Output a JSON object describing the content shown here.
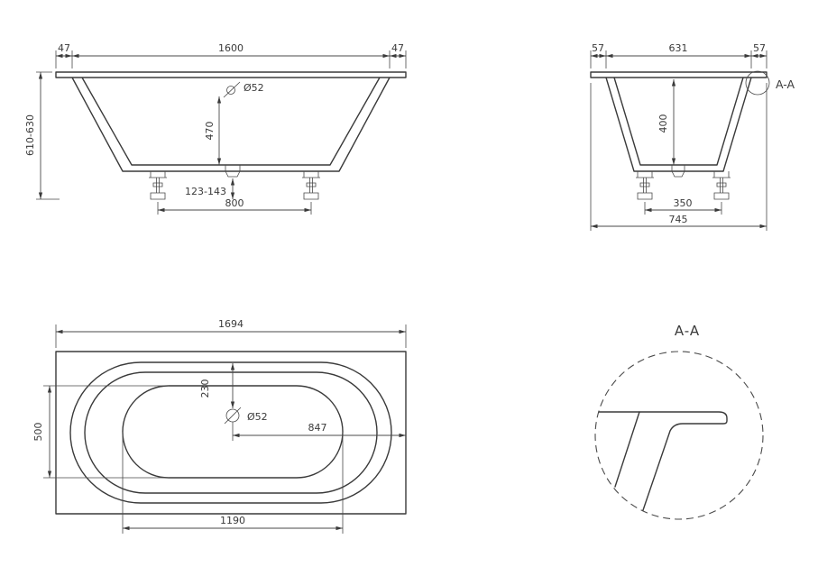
{
  "colors": {
    "line": "#3a3a3a",
    "background": "#ffffff"
  },
  "side_view": {
    "dim_rim_left": "47",
    "dim_inner_length": "1600",
    "dim_rim_right": "47",
    "dim_overall_height": "610-630",
    "dim_depth": "470",
    "drain_diameter": "Ø52",
    "dim_foot_height": "123-143",
    "dim_feet_spacing": "800"
  },
  "end_view": {
    "dim_rim_left": "57",
    "dim_inner_width": "631",
    "dim_rim_right": "57",
    "section_marker": "A-A",
    "dim_depth": "400",
    "dim_feet_spacing": "350",
    "dim_overall_width": "745"
  },
  "plan_view": {
    "dim_overall_length": "1694",
    "dim_drain_offset": "230",
    "drain_diameter": "Ø52",
    "dim_drain_to_edge": "847",
    "dim_basin_width": "500",
    "dim_basin_length": "1190"
  },
  "detail_view": {
    "title": "A-A"
  }
}
